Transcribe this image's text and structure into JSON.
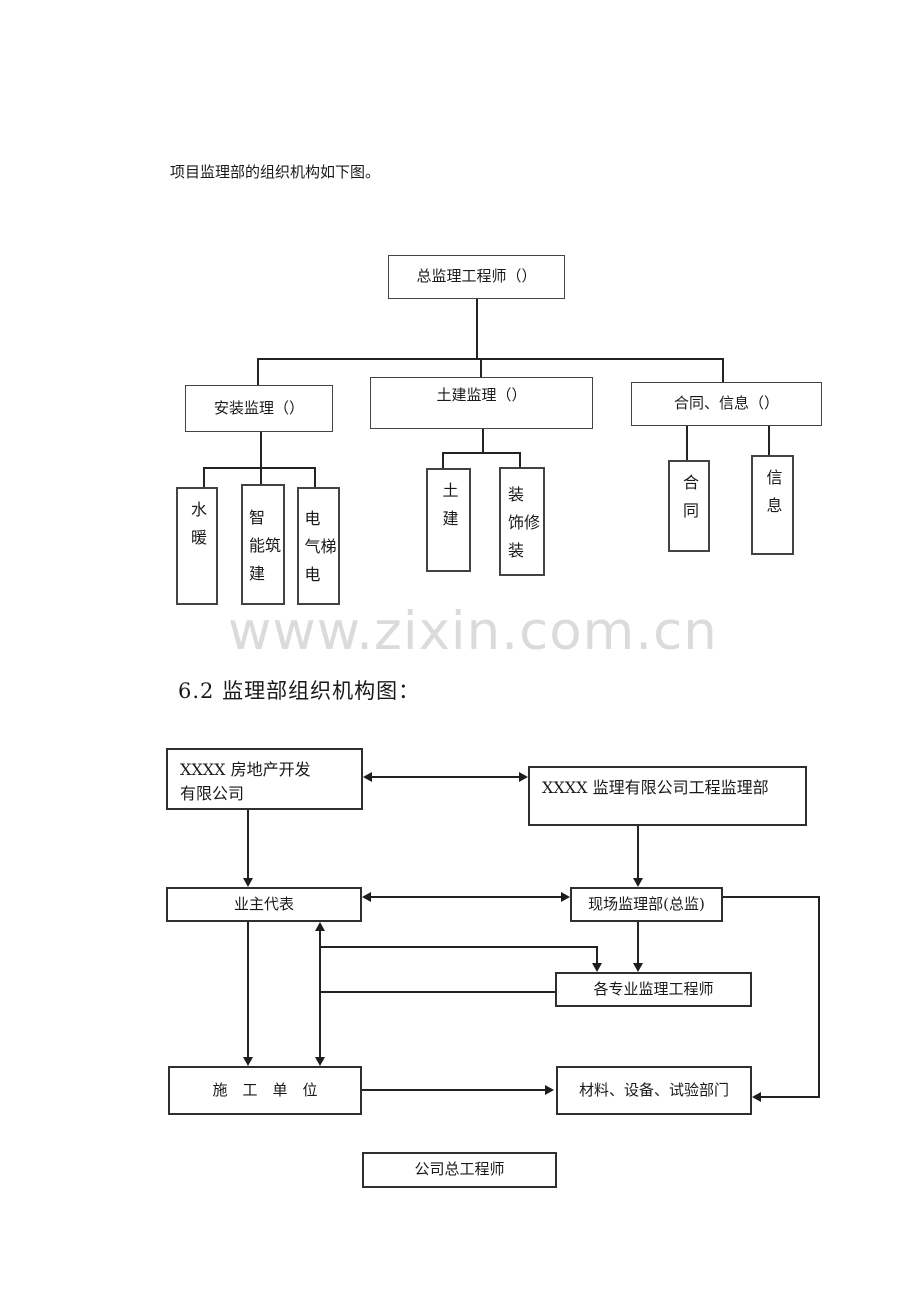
{
  "page": {
    "intro_text": "项目监理部的组织机构如下图。",
    "watermark": "www.zixin.com.cn",
    "section_heading": "6.2 监理部组织机构图："
  },
  "colors": {
    "text": "#1a1a1a",
    "box_border": "#434343",
    "line": "#232323",
    "watermark": "#dbdbdb"
  },
  "chart1": {
    "nodes": {
      "chief": "总监理工程师（）",
      "install": "安装监理（）",
      "civil": "土建监理（）",
      "contract_info": "合同、信息（）",
      "plumbing": "水暖",
      "intelligent_building": "智能建筑",
      "electrical_elevator": "电气电梯",
      "civil_works": "土建",
      "decoration": "装饰装修",
      "contract": "合同",
      "information": "信息"
    }
  },
  "chart2": {
    "nodes": {
      "developer": "XXXX 房地产开发\n有限公司",
      "supervision_company": "XXXX 监理有限公司工程监理部",
      "owner_rep": "业主代表",
      "site_dept": "现场监理部(总监)",
      "specialist_engineers": "各专业监理工程师",
      "contractor": "施　工　单　位",
      "materials_dept": "材料、设备、试验部门",
      "chief_engineer": "公司总工程师"
    }
  }
}
